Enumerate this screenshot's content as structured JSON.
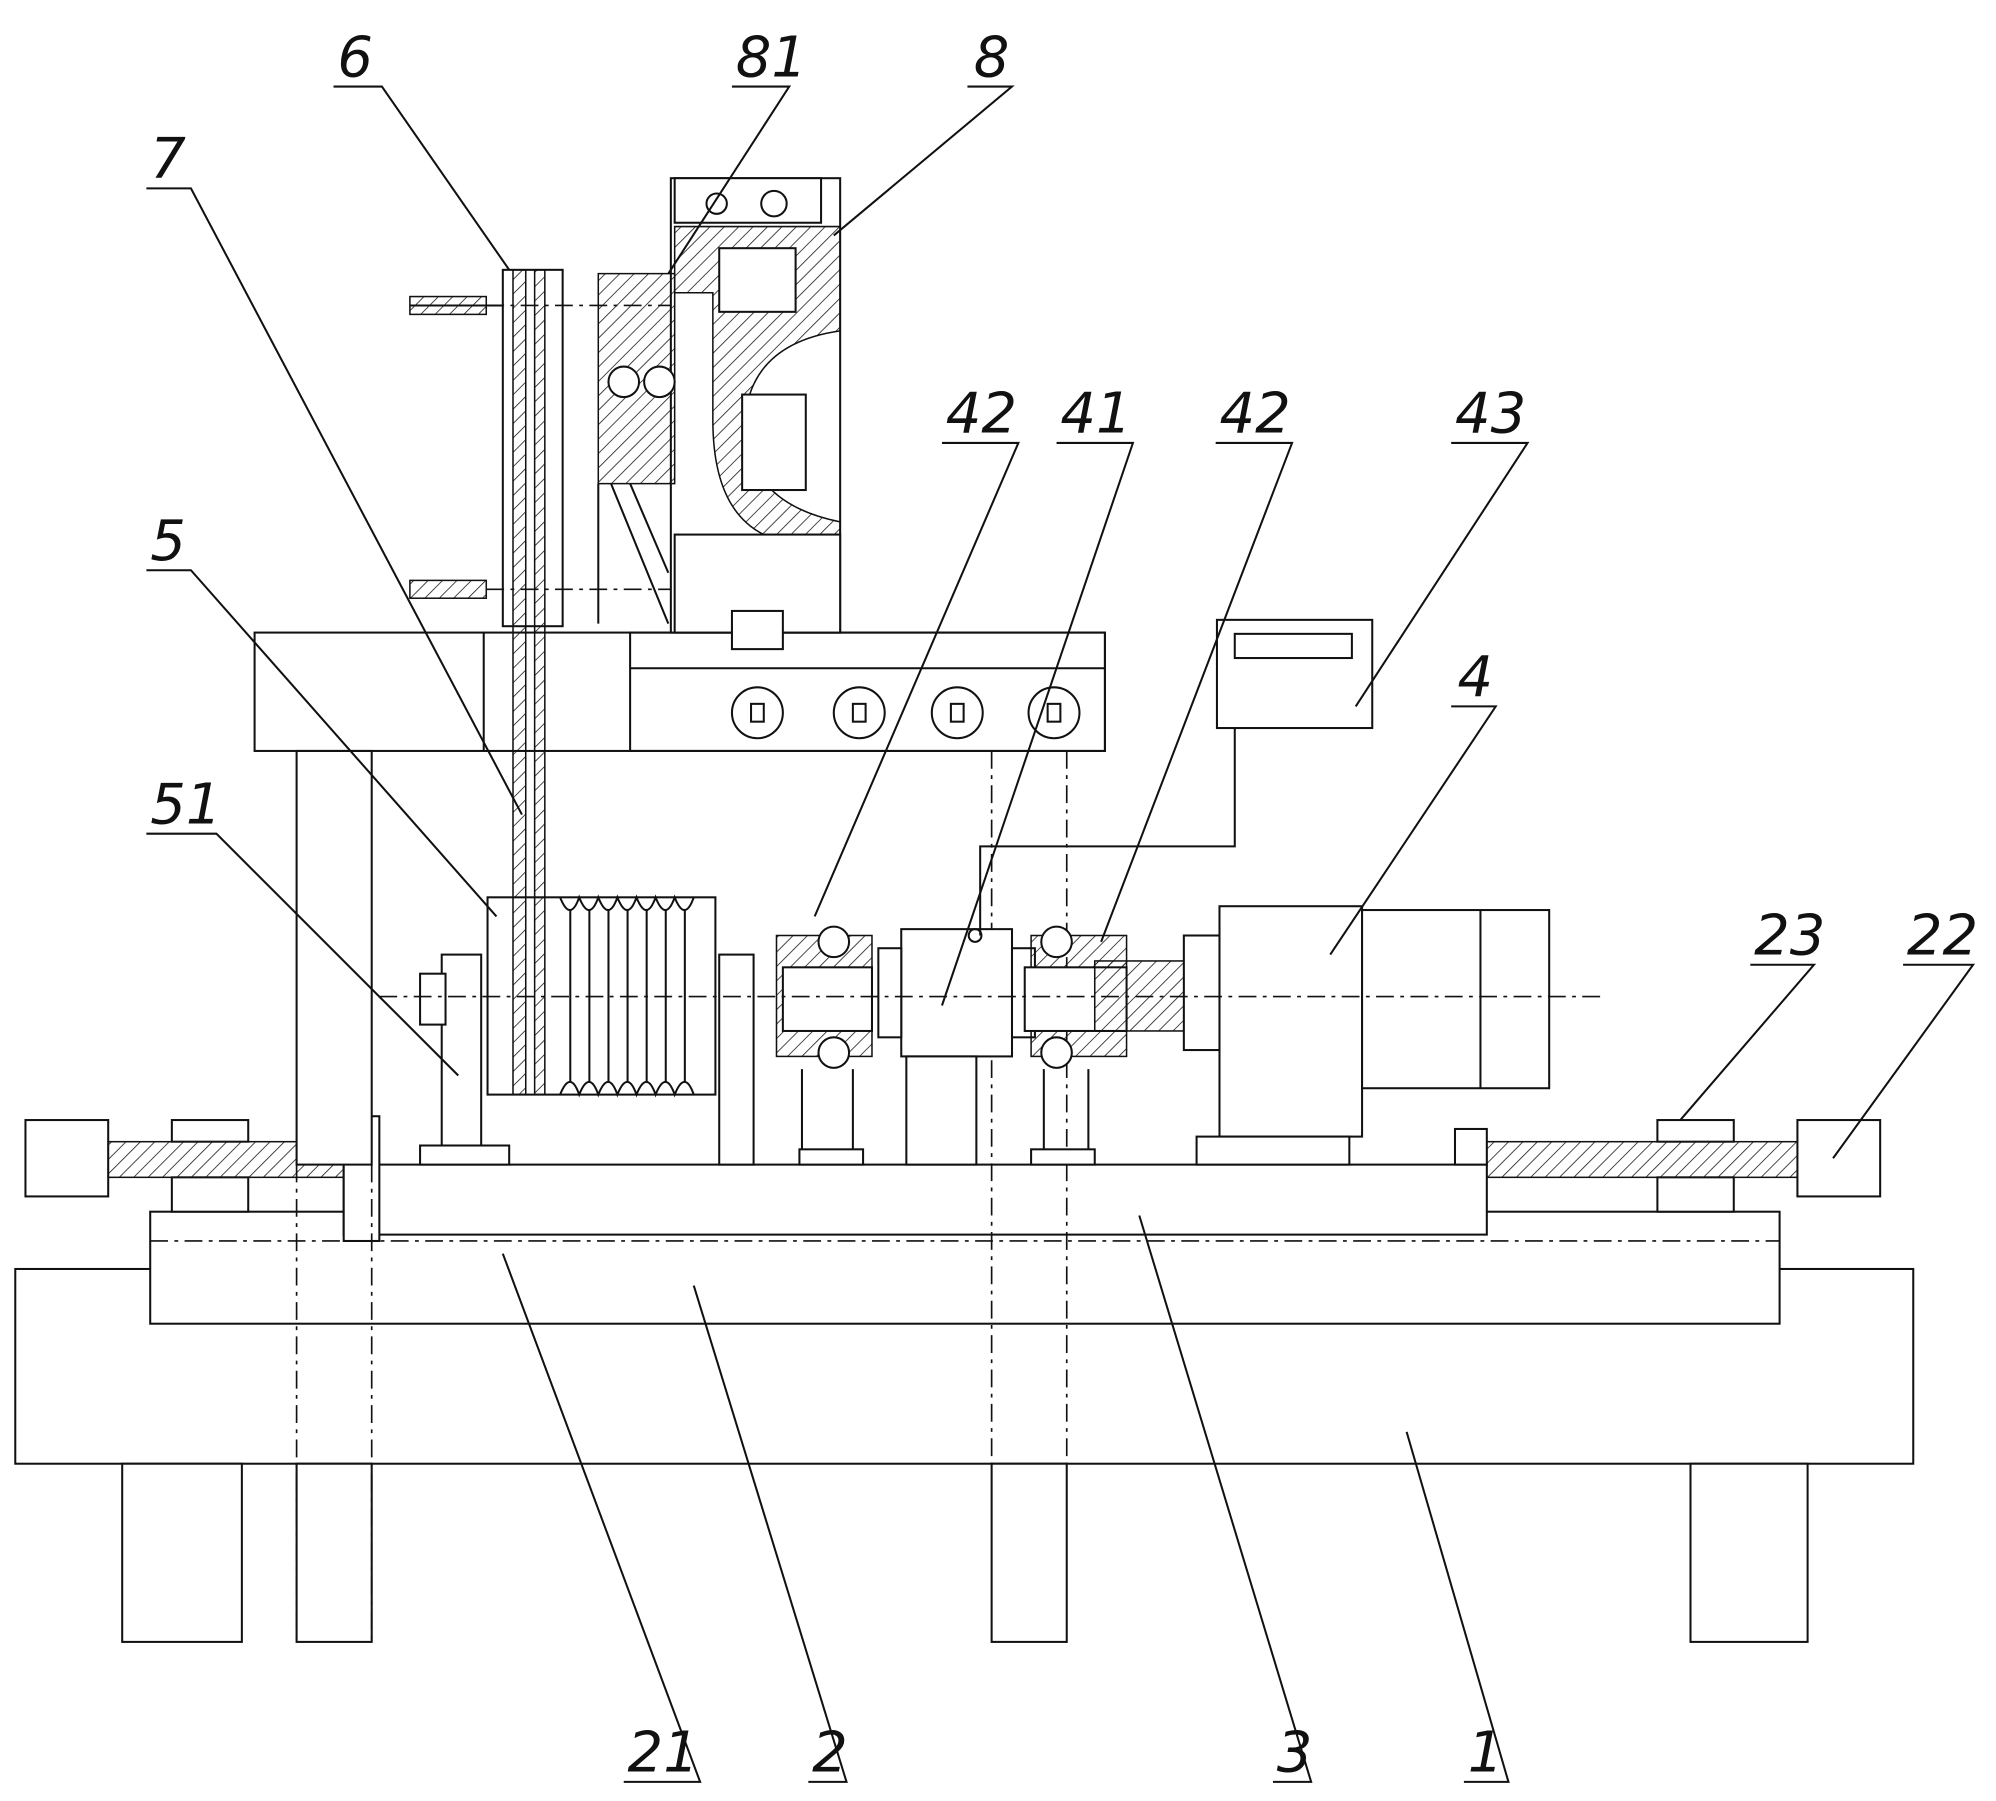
{
  "figure": {
    "labels": {
      "l6": "6",
      "l81": "81",
      "l8": "8",
      "l7": "7",
      "l5": "5",
      "l51": "51",
      "l42a": "42",
      "l41": "41",
      "l42b": "42",
      "l43": "43",
      "l4": "4",
      "l23": "23",
      "l22": "22",
      "l21": "21",
      "l2": "2",
      "l3": "3",
      "l1": "1"
    },
    "line_color": "#111111",
    "background": "#ffffff"
  }
}
